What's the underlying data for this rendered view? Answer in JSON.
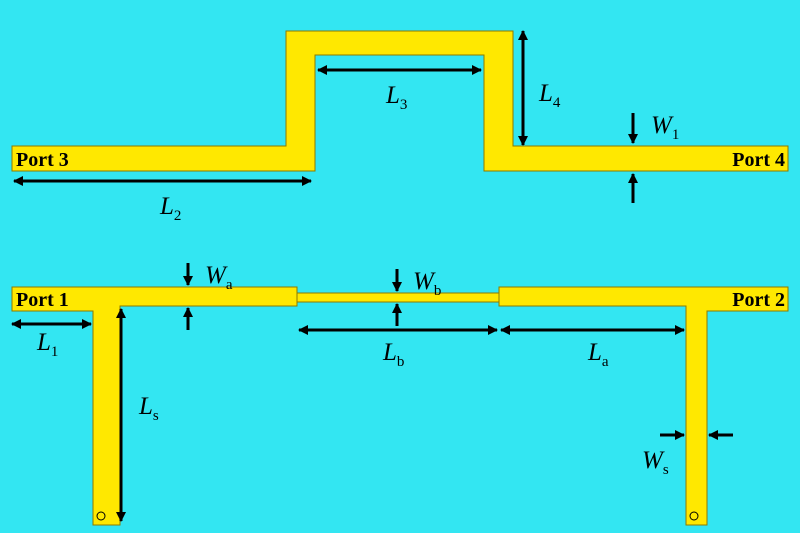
{
  "colors": {
    "background": "#33E6F2",
    "trace": "#FFE800",
    "trace_outline": "#8C7A00",
    "annotation": "#000000"
  },
  "ports": {
    "port1": "Port 1",
    "port2": "Port 2",
    "port3": "Port 3",
    "port4": "Port 4"
  },
  "dimensions": {
    "L1": {
      "main": "L",
      "sub": "1"
    },
    "L2": {
      "main": "L",
      "sub": "2"
    },
    "L3": {
      "main": "L",
      "sub": "3"
    },
    "L4": {
      "main": "L",
      "sub": "4"
    },
    "W1": {
      "main": "W",
      "sub": "1"
    },
    "Wa": {
      "main": "W",
      "sub": "a"
    },
    "Wb": {
      "main": "W",
      "sub": "b"
    },
    "Ws": {
      "main": "W",
      "sub": "s"
    },
    "La": {
      "main": "L",
      "sub": "a"
    },
    "Lb": {
      "main": "L",
      "sub": "b"
    },
    "Ls": {
      "main": "L",
      "sub": "s"
    }
  }
}
